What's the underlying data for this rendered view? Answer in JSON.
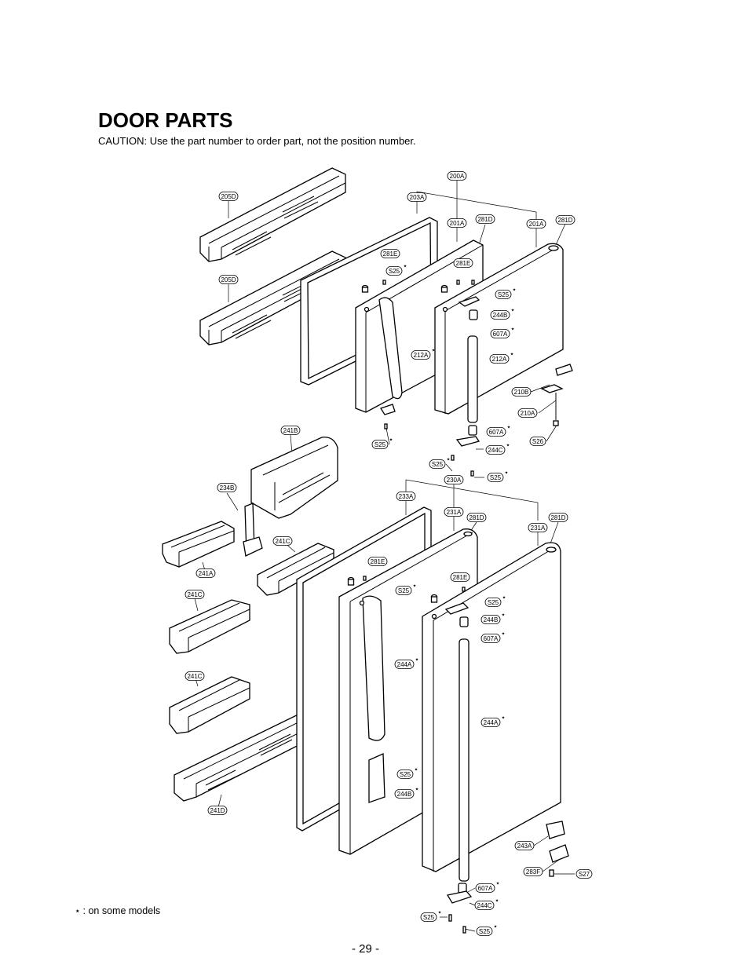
{
  "page": {
    "title": "DOOR PARTS",
    "caution": "CAUTION: Use the part number to order part, not the position number.",
    "footnote_symbol": "⋆",
    "footnote": ": on some models",
    "page_number": "- 29 -"
  },
  "parts": [
    {
      "code": "200A",
      "star": false
    },
    {
      "code": "203A",
      "star": false
    },
    {
      "code": "201A",
      "star": false
    },
    {
      "code": "281D",
      "star": false
    },
    {
      "code": "201A",
      "star": false
    },
    {
      "code": "281D",
      "star": false
    },
    {
      "code": "205D",
      "star": false
    },
    {
      "code": "205D",
      "star": false
    },
    {
      "code": "281E",
      "star": false
    },
    {
      "code": "S25",
      "star": true
    },
    {
      "code": "281E",
      "star": false
    },
    {
      "code": "S25",
      "star": true
    },
    {
      "code": "244B",
      "star": true
    },
    {
      "code": "607A",
      "star": true
    },
    {
      "code": "212A",
      "star": true
    },
    {
      "code": "212A",
      "star": true
    },
    {
      "code": "210B",
      "star": false
    },
    {
      "code": "210A",
      "star": false
    },
    {
      "code": "S26",
      "star": false
    },
    {
      "code": "607A",
      "star": true
    },
    {
      "code": "244C",
      "star": true
    },
    {
      "code": "S25",
      "star": true
    },
    {
      "code": "S25",
      "star": true
    },
    {
      "code": "S25",
      "star": true
    },
    {
      "code": "241B",
      "star": false
    },
    {
      "code": "234B",
      "star": false
    },
    {
      "code": "230A",
      "star": false
    },
    {
      "code": "233A",
      "star": false
    },
    {
      "code": "231A",
      "star": false
    },
    {
      "code": "281D",
      "star": false
    },
    {
      "code": "231A",
      "star": false
    },
    {
      "code": "281D",
      "star": false
    },
    {
      "code": "241C",
      "star": false
    },
    {
      "code": "241A",
      "star": false
    },
    {
      "code": "281E",
      "star": false
    },
    {
      "code": "S25",
      "star": true
    },
    {
      "code": "281E",
      "star": false
    },
    {
      "code": "S25",
      "star": true
    },
    {
      "code": "244B",
      "star": true
    },
    {
      "code": "607A",
      "star": true
    },
    {
      "code": "241C",
      "star": false
    },
    {
      "code": "244A",
      "star": true
    },
    {
      "code": "241C",
      "star": false
    },
    {
      "code": "244A",
      "star": true
    },
    {
      "code": "S25",
      "star": true
    },
    {
      "code": "244B",
      "star": true
    },
    {
      "code": "241D",
      "star": false
    },
    {
      "code": "243A",
      "star": false
    },
    {
      "code": "283F",
      "star": false
    },
    {
      "code": "S27",
      "star": false
    },
    {
      "code": "607A",
      "star": true
    },
    {
      "code": "244C",
      "star": true
    },
    {
      "code": "S25",
      "star": true
    },
    {
      "code": "S25",
      "star": true
    }
  ]
}
